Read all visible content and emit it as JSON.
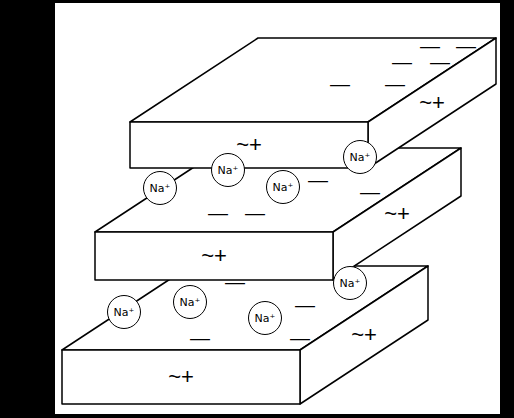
{
  "diagram": {
    "nodes": [
      {
        "text": [
          "Na⁺"
        ]
      },
      {
        "text": [
          "Na⁺"
        ]
      },
      {
        "text": [
          "Na⁺"
        ]
      },
      {
        "text": [
          "Na⁺"
        ]
      },
      {
        "text": [
          "Na⁺"
        ]
      },
      {
        "text": [
          "Na⁺"
        ]
      },
      {
        "text": [
          "Na⁺"
        ]
      },
      {
        "text": [
          "Na⁺"
        ]
      }
    ],
    "labels": [
      "—",
      "—",
      "—",
      "—",
      "—",
      "—",
      "~+",
      "~+",
      "—",
      "—",
      "—",
      "—",
      "~+",
      "~+",
      "—",
      "—",
      "—",
      "—",
      "~+",
      "~+"
    ]
  }
}
